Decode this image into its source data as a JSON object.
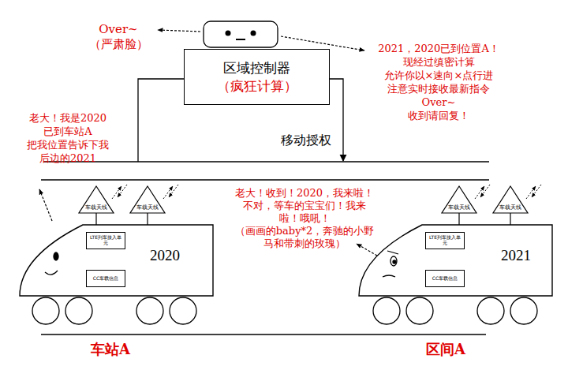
{
  "diagram": {
    "nodes": [
      {
        "text": [
          "区域控制器",
          "（疯狂计算）"
        ]
      },
      {
        "text": [
          "车载天线"
        ]
      },
      {
        "text": [
          "车载天线"
        ]
      },
      {
        "text": [
          "2020"
        ]
      },
      {
        "text": [
          "LTE列车接入单元"
        ],
        "in": 3
      },
      {
        "text": [
          "CC车载信息"
        ],
        "in": 3
      },
      {
        "text": [
          "车载天线"
        ]
      },
      {
        "text": [
          "车载天线"
        ]
      },
      {
        "text": [
          "2021"
        ]
      },
      {
        "text": [
          "LTE列车接入单元"
        ],
        "in": 8
      },
      {
        "text": [
          "CC车载信息"
        ],
        "in": 8
      }
    ],
    "edges": [
      {
        "from": 3,
        "to": 1,
        "arrow": "none"
      },
      {
        "from": 3,
        "to": 2,
        "arrow": "none"
      },
      {
        "from": 5,
        "to": 4,
        "arrow": "to"
      },
      {
        "from": 8,
        "to": 6,
        "arrow": "none"
      },
      {
        "from": 8,
        "to": 7,
        "arrow": "none"
      },
      {
        "from": 10,
        "to": 9,
        "arrow": "to"
      }
    ],
    "labels": [
      "Over~",
      "（严肃脸）",
      "2021，2020已到位置A！",
      "现经过缜密计算",
      "允许你以×速向×点行进",
      "注意实时接收最新指令",
      "Over~",
      "收到请回复！",
      "老大！我是2020",
      "已到车站A",
      "把我位置告诉下我",
      "后边的2021",
      "移动授权",
      "老大！收到！2020，我来啦！",
      "不对，等车的宝宝们！我来",
      "啦！哦吼！",
      "（画画的baby*2，奔驰的小野",
      "马和带刺的玫瑰）",
      "车站A",
      "区间A"
    ]
  }
}
